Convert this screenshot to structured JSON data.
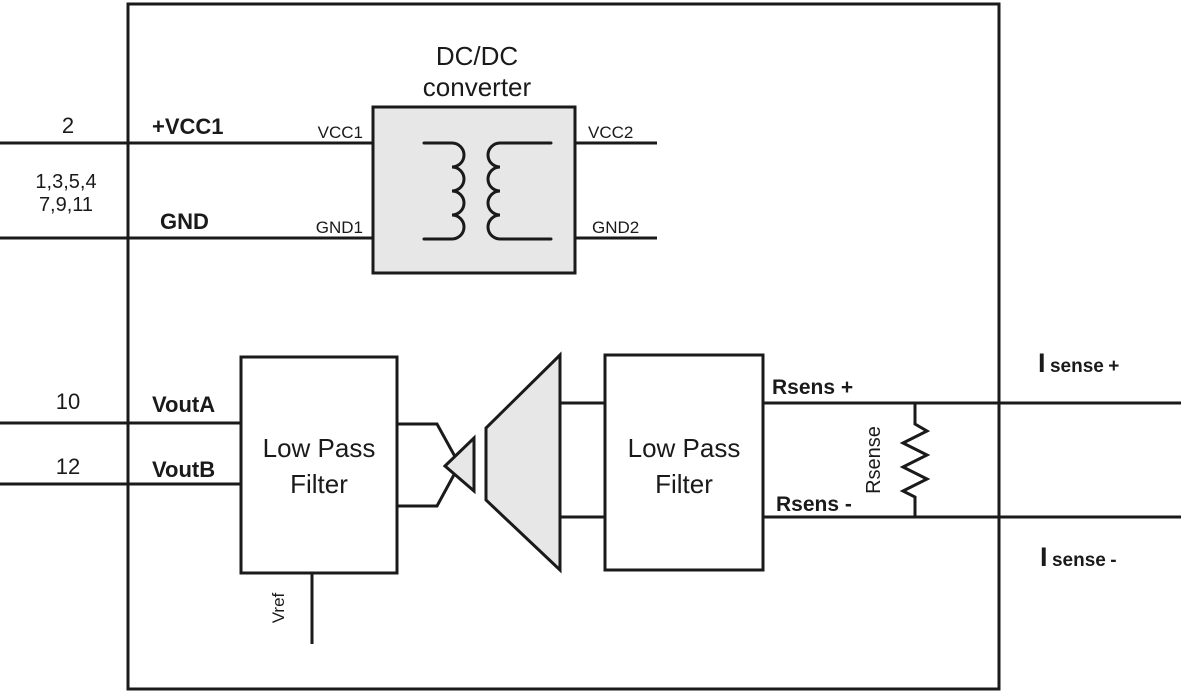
{
  "diagram": {
    "type": "isolated-sensor-block-schematic",
    "outer_pins": {
      "pin_vcc": "2",
      "vcc_label": "+VCC1",
      "gnd_pins_row1": "1,3,5,4",
      "gnd_pins_row2": "7,9,11",
      "gnd_label": "GND",
      "pin_vouta": "10",
      "vouta_label": "VoutA",
      "pin_voutb": "12",
      "voutb_label": "VoutB"
    },
    "dcdc_converter": {
      "title_line1": "DC/DC",
      "title_line2": "converter",
      "port_vcc1": "VCC1",
      "port_gnd1": "GND1",
      "port_vcc2": "VCC2",
      "port_gnd2": "GND2"
    },
    "low_pass_filter_left": {
      "label_line1": "Low Pass",
      "label_line2": "Filter"
    },
    "low_pass_filter_right": {
      "label_line1": "Low Pass",
      "label_line2": "Filter"
    },
    "vref_label": "Vref",
    "sense_outputs": {
      "rsens_plus": "Rsens +",
      "rsens_minus": "Rsens -",
      "rsense_resistor": "Rsense",
      "isense_plus_main": "I",
      "isense_plus_sub": "sense",
      "isense_plus_sign": " +",
      "isense_minus_main": "I",
      "isense_minus_sub": "sense",
      "isense_minus_sign": " -"
    },
    "colors": {
      "line": "#1a1a1a",
      "box_fill": "#e7e7e7",
      "background": "#ffffff"
    }
  }
}
